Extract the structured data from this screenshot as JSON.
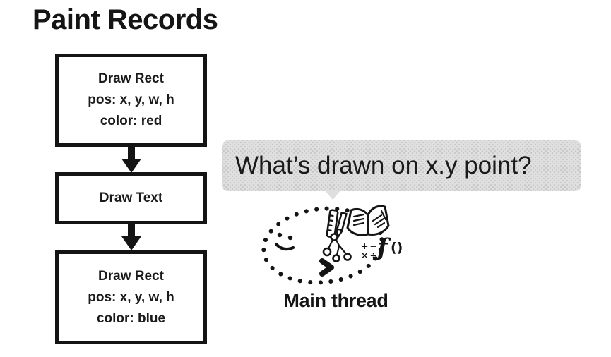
{
  "title": "Paint Records",
  "flowchart": {
    "boxes": [
      {
        "id": "draw-rect-red",
        "lines": [
          "Draw Rect",
          "pos: x, y, w, h",
          "color: red"
        ]
      },
      {
        "id": "draw-text",
        "lines": [
          "Draw Text"
        ]
      },
      {
        "id": "draw-rect-blue",
        "lines": [
          "Draw Rect",
          "pos: x, y, w, h",
          "color: blue"
        ]
      }
    ],
    "connector_icon": "arrow-down-icon"
  },
  "speech_bubble": {
    "text": "What’s drawn on x.y point?",
    "background_color": "#dfdfdf",
    "text_color": "#1a1a1a"
  },
  "main_thread": {
    "label": "Main thread",
    "icons": [
      "event-loop-icon",
      "smiley-face-icon",
      "ruler-icon",
      "pencil-icon",
      "book-icon",
      "dom-tree-icon",
      "math-operators-icon",
      "function-icon"
    ],
    "math_symbols": {
      "row1": "+−",
      "row2": "×÷"
    },
    "function_symbol": "ƒ",
    "function_parens": "()"
  },
  "colors": {
    "ink": "#141414",
    "background": "#ffffff"
  }
}
